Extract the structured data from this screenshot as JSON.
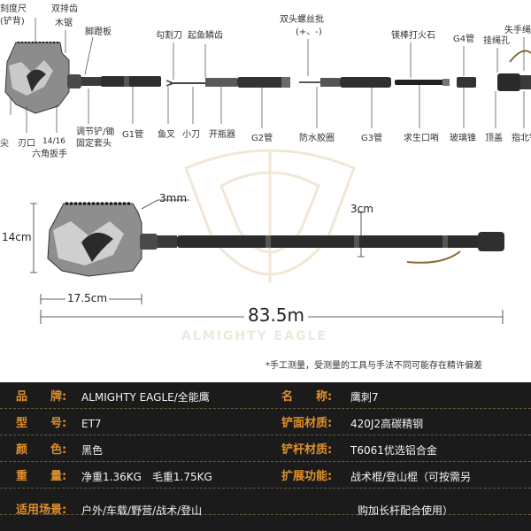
{
  "parts": {
    "ruler_label": "刻度尺",
    "ruler_sub": "(铲背)",
    "double_teeth": "双排齿",
    "saw": "木锯",
    "pedal_board": "脚蹬板",
    "hook_knife": "勾割刀",
    "fish_scaler": "起鱼鳞齿",
    "double_screwdriver": "双头螺丝批",
    "screwdriver_tips": "(+、-)",
    "fire_starter": "镁棒打火石",
    "g4_tube": "G4管",
    "lanyard_hole": "挂绳孔",
    "wrist_rope": "失手绳",
    "tip": "尖",
    "edge": "刃口",
    "hex_wrench_num": "14/16",
    "hex_wrench": "六角扳手",
    "adjust_sleeve": "调节铲/锄",
    "fix_sleeve": "固定套头",
    "g1_tube": "G1管",
    "fork": "鱼叉",
    "small_knife": "小刀",
    "opener": "开瓶器",
    "g2_tube": "G2管",
    "o_ring": "防水胶圈",
    "g3_tube": "G3管",
    "whistle": "求生口哨",
    "glass_breaker": "玻璃锥",
    "top_cap": "顶盖",
    "compass": "指北针"
  },
  "dimensions": {
    "blade_thickness": "3mm",
    "tube_diameter": "3cm",
    "height": "14cm",
    "blade_length": "17.5cm",
    "total_length": "83.5m"
  },
  "note": "*手工测量，受测量的工具与手法不同可能存在精许偏差",
  "watermark": "ALMIGHTY EAGLE",
  "specs": {
    "brand_k": "品　　牌:",
    "brand_v": "ALMIGHTY EAGLE/全能鹰",
    "name_k": "名　　称:",
    "name_v": "鹰刺7",
    "model_k": "型　　号:",
    "model_v": "ET7",
    "blade_mat_k": "铲面材质:",
    "blade_mat_v": "420J2高碳精钢",
    "color_k": "颜　　色:",
    "color_v": "黑色",
    "rod_mat_k": "铲杆材质:",
    "rod_mat_v": "T6061优选铝合金",
    "weight_k": "重　　量:",
    "weight_v": "净重1.36KG　毛重1.75KG",
    "ext_k": "扩展功能:",
    "ext_v1": "战术棍/登山棍（可按需另",
    "ext_v2": "购加长杆配合使用）",
    "usage_k": "适用场景:",
    "usage_v": "户外/车载/野营/战术/登山"
  }
}
